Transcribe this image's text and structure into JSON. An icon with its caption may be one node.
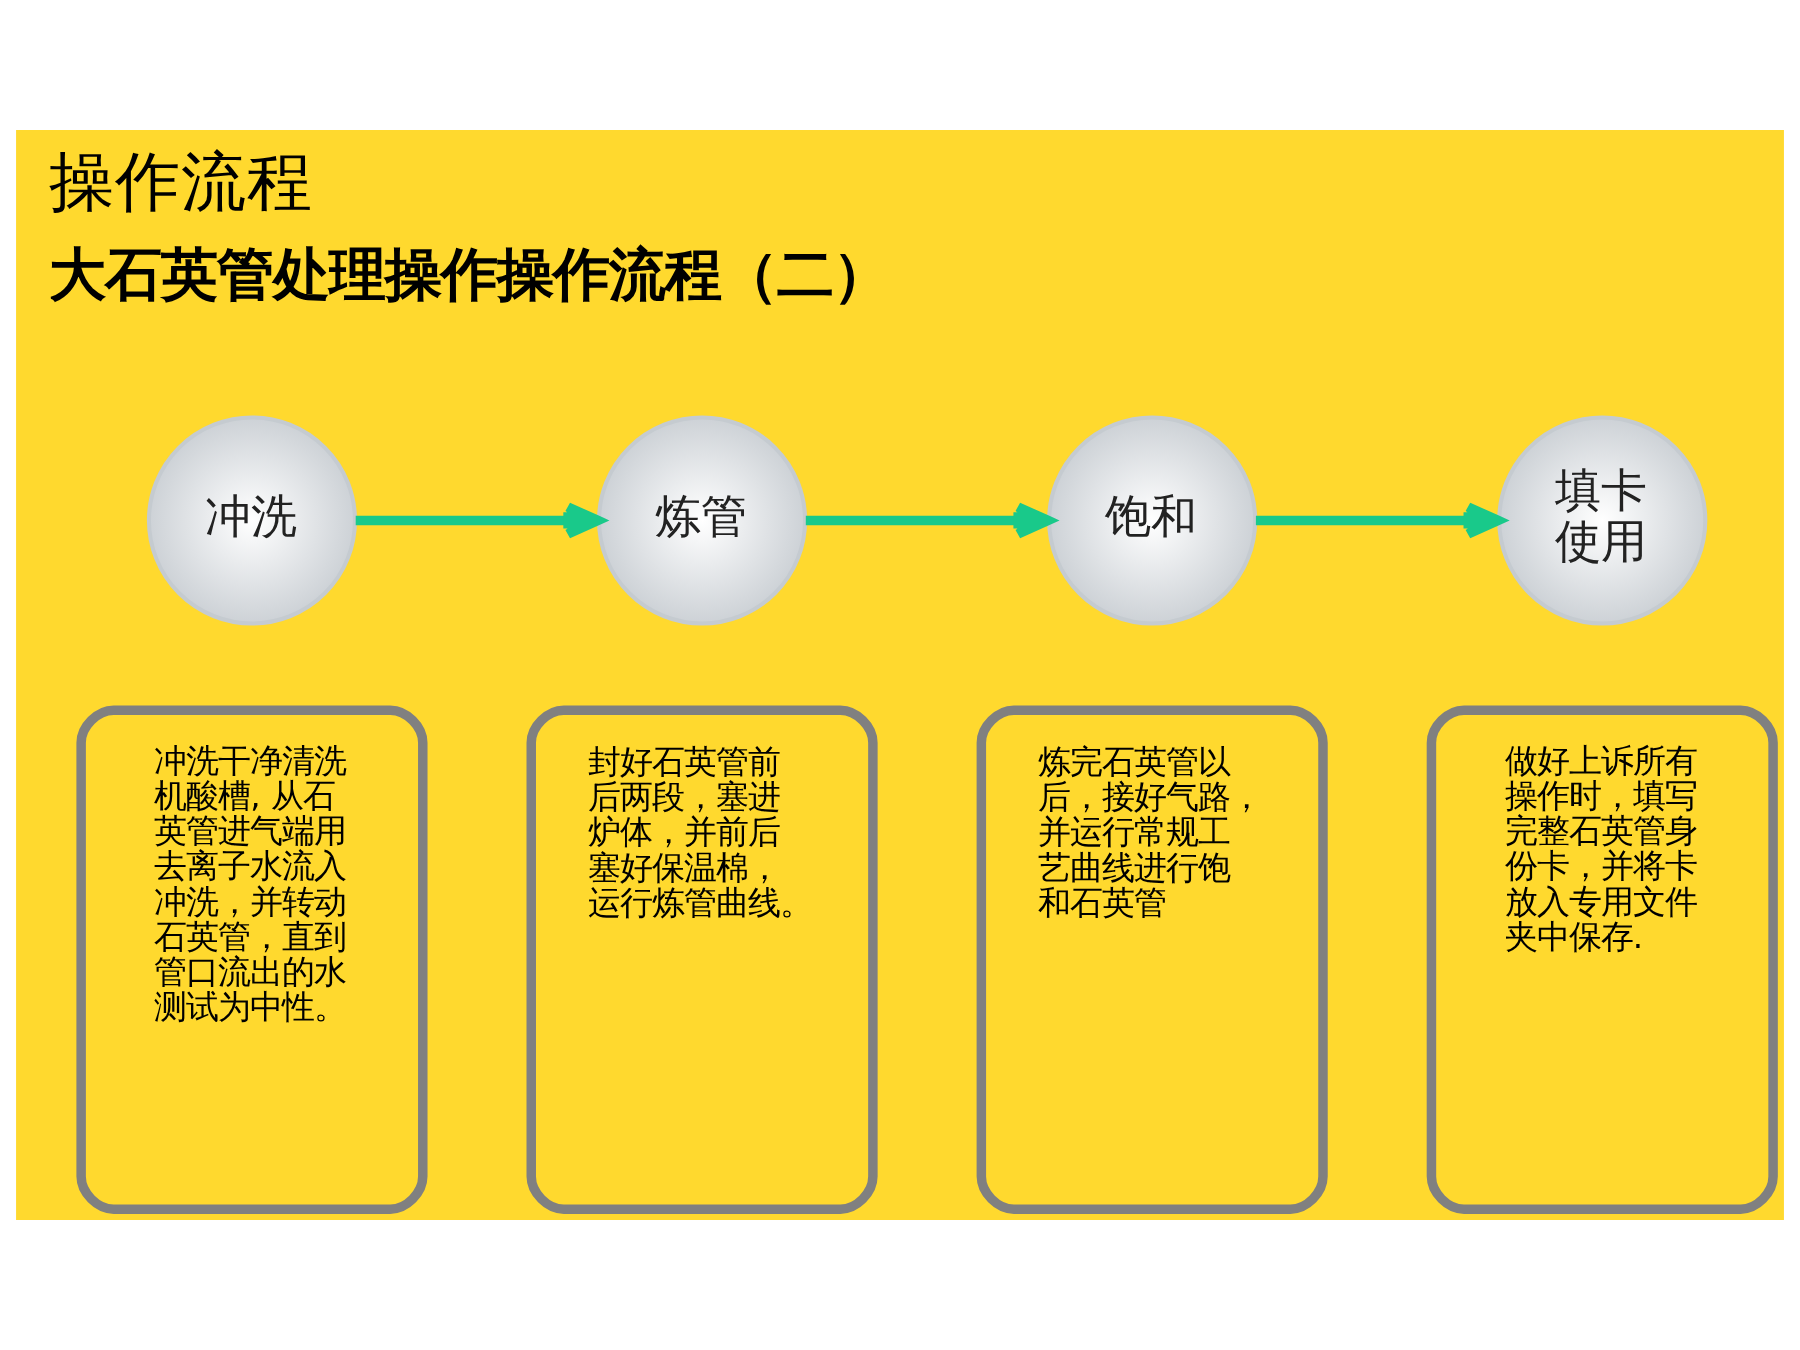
{
  "diagram": {
    "title": "操作流程",
    "nodes": [
      {
        "text": [
          "冲洗"
        ]
      },
      {
        "text": [
          "炼管"
        ]
      },
      {
        "text": [
          "饱和"
        ]
      },
      {
        "text": [
          "填卡使用"
        ]
      },
      {
        "text": [
          "冲洗干净清洗机酸槽, 从石英管进气端用去离子水流入冲洗，并转动石英管，直到管口流出的水测试为中性。"
        ]
      },
      {
        "text": [
          "封好石英管前后两段，塞进炉体，并前后塞好保温棉，运行炼管曲线。"
        ]
      },
      {
        "text": [
          "炼完石英管以后，接好气路，并运行常规工艺曲线进行饱和石英管"
        ]
      },
      {
        "text": [
          "做好上诉所有操作时，填写完整石英管身份卡，并将卡放入专用文件夹中保存."
        ]
      }
    ],
    "edges": [
      {
        "from": 0,
        "to": 1,
        "arrow": "to"
      },
      {
        "from": 1,
        "to": 2,
        "arrow": "to"
      },
      {
        "from": 2,
        "to": 3,
        "arrow": "to"
      }
    ],
    "labels": [
      "大石英管处理操作操作流程（二）"
    ]
  }
}
